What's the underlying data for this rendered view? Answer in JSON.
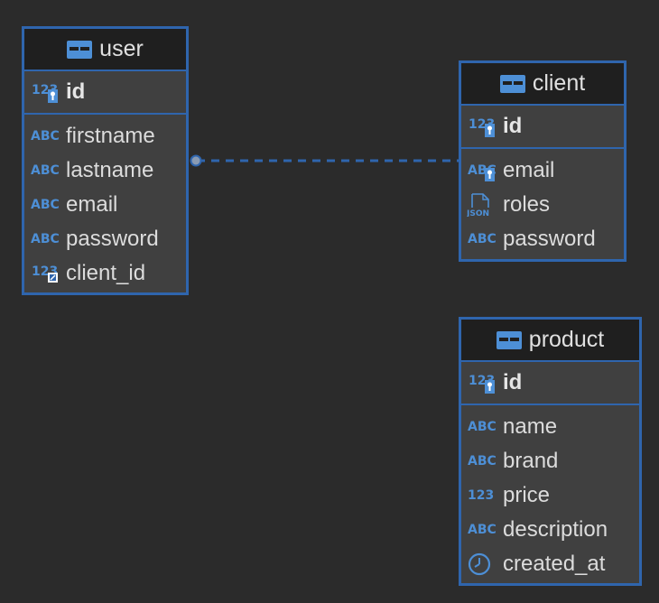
{
  "entities": {
    "user": {
      "name": "user",
      "pk": {
        "name": "id",
        "type": "123"
      },
      "columns": [
        {
          "name": "firstname",
          "type": "ABC"
        },
        {
          "name": "lastname",
          "type": "ABC"
        },
        {
          "name": "email",
          "type": "ABC"
        },
        {
          "name": "password",
          "type": "ABC"
        },
        {
          "name": "client_id",
          "type": "123"
        }
      ]
    },
    "client": {
      "name": "client",
      "pk": {
        "name": "id",
        "type": "123"
      },
      "columns": [
        {
          "name": "email",
          "type": "ABC"
        },
        {
          "name": "roles",
          "type": "JSON"
        },
        {
          "name": "password",
          "type": "ABC"
        }
      ]
    },
    "product": {
      "name": "product",
      "pk": {
        "name": "id",
        "type": "123"
      },
      "columns": [
        {
          "name": "name",
          "type": "ABC"
        },
        {
          "name": "brand",
          "type": "ABC"
        },
        {
          "name": "price",
          "type": "123"
        },
        {
          "name": "description",
          "type": "ABC"
        },
        {
          "name": "created_at",
          "type": "clock"
        }
      ]
    }
  },
  "colors": {
    "background": "#2b2b2b",
    "border": "#2f65ad",
    "header_bg": "#1f1f1f",
    "body_bg": "#404040",
    "icon_blue": "#4d8fd6"
  }
}
